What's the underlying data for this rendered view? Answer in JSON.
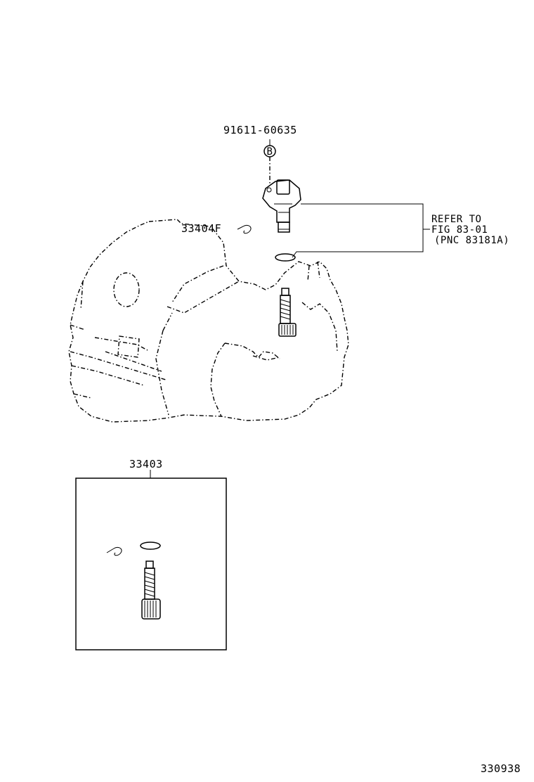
{
  "part_labels": {
    "bolt_part_no": "91611-60635",
    "bolt_marker": "B",
    "oil_seal_part_no": "33404F",
    "kit_part_no": "33403"
  },
  "reference_note": {
    "line1": "REFER TO",
    "line2": "FIG 83-01",
    "line3": "(PNC 83181A)"
  },
  "illustration_id": "330938"
}
